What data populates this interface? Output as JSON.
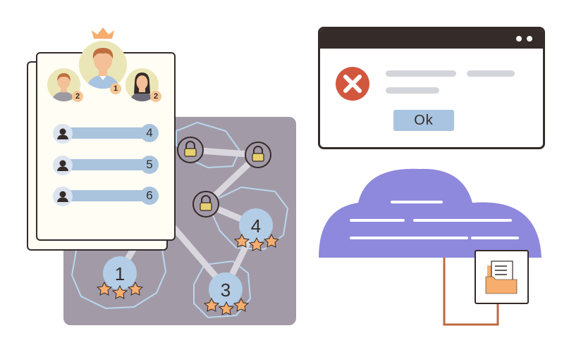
{
  "colors": {
    "ink": "#352b29",
    "map_panel": "#a39aa8",
    "node_blue": "#b3cde6",
    "region_outline": "#b9d8ee",
    "star": "#f6ad6e",
    "bar_blue": "#aac4dd",
    "cloud": "#8e89dc",
    "error_red": "#d2573f",
    "avatar_bg": "#ebe6b7",
    "badge": "#f5c593"
  },
  "leaderboard": {
    "top_player": {
      "rank": "1"
    },
    "left_player": {
      "rank": "2"
    },
    "right_player": {
      "rank": "2"
    },
    "rows": [
      {
        "score": "4"
      },
      {
        "score": "5"
      },
      {
        "score": "6"
      }
    ]
  },
  "map": {
    "levels": [
      {
        "number": "1",
        "stars": 3
      },
      {
        "number": "3",
        "stars": 3
      },
      {
        "number": "4",
        "stars": 3
      }
    ],
    "locked_nodes": 3
  },
  "dialog": {
    "icon": "error-x-icon",
    "ok_label": "Ok"
  },
  "cloud": {
    "icon": "cloud-icon",
    "attachment_icon": "folder-icon"
  }
}
